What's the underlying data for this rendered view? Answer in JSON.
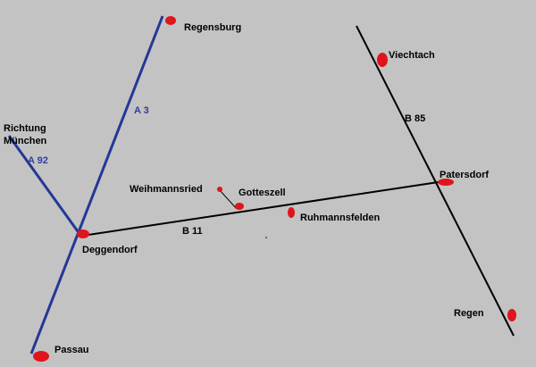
{
  "map": {
    "background_color": "#c3c3c3",
    "colors": {
      "autobahn": "#233896",
      "bundesstrasse": "#000000",
      "town_marker": "#e0141b"
    },
    "roads": {
      "a3": "A 3",
      "a92": "A 92",
      "b11": "B 11",
      "b85": "B 85"
    },
    "towns": {
      "regensburg": "Regensburg",
      "viechtach": "Viechtach",
      "richtung": "Richtung",
      "muenchen": "München",
      "weihmannsried": "Weihmannsried",
      "gotteszell": "Gotteszell",
      "patersdorf": "Patersdorf",
      "ruhmannsfelden": "Ruhmannsfelden",
      "deggendorf": "Deggendorf",
      "regen": "Regen",
      "passau": "Passau"
    }
  }
}
